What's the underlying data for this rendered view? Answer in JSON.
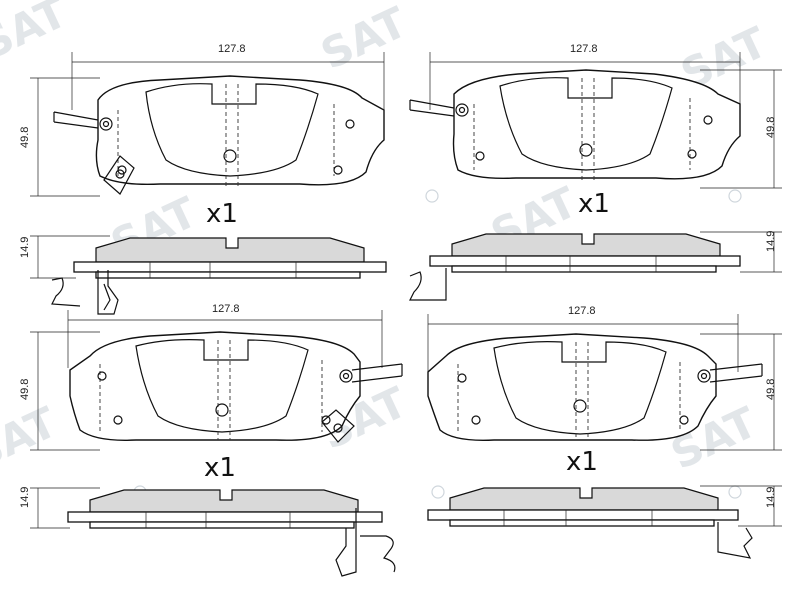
{
  "watermark": {
    "text": "SAT",
    "registered_mark": "®"
  },
  "panels": [
    {
      "width_label": "127.8",
      "height_label": "49.8",
      "thickness_label": "14.9",
      "qty_label": "x1",
      "sensor_side": "left"
    },
    {
      "width_label": "127.8",
      "height_label": "49.8",
      "thickness_label": "14.9",
      "qty_label": "x1",
      "sensor_side": "left"
    },
    {
      "width_label": "127.8",
      "height_label": "49.8",
      "thickness_label": "14.9",
      "qty_label": "x1",
      "sensor_side": "right"
    },
    {
      "width_label": "127.8",
      "height_label": "49.8",
      "thickness_label": "14.9",
      "qty_label": "x1",
      "sensor_side": "right"
    }
  ],
  "colors": {
    "friction_material": "#d9d9d9",
    "line": "#111111",
    "watermark": "#cfd6dc"
  }
}
